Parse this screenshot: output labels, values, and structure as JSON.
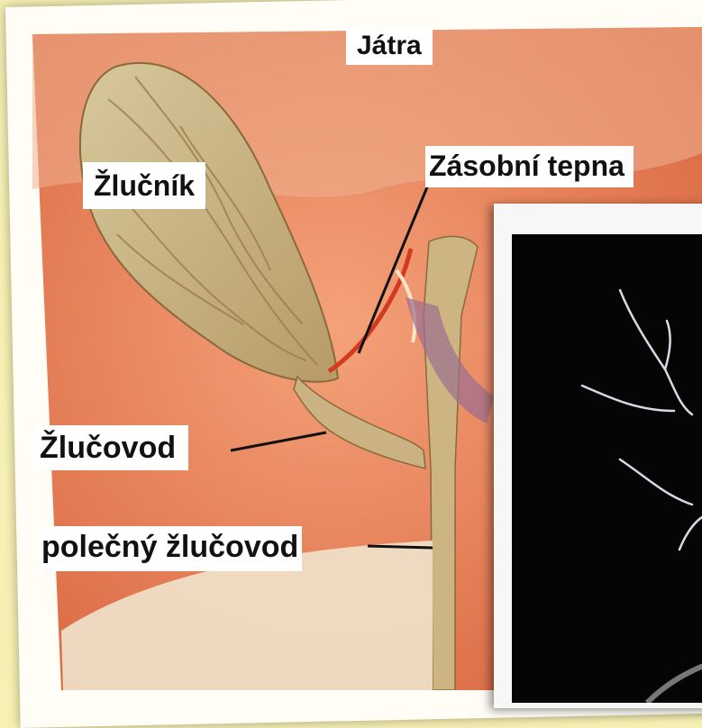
{
  "illustration": {
    "labels": {
      "liver": "Játra",
      "gallbladder": "Žlučník",
      "artery": "Zásobní tepna",
      "cystic_duct": "Žlučovod",
      "common_bile_duct": "polečný žlučovod"
    },
    "colors": {
      "background": "#f6f0b4",
      "tissue": "#e98a62",
      "organ": "#c8b07e",
      "duct": "#cdb583",
      "photo_bg": "#050505"
    }
  }
}
